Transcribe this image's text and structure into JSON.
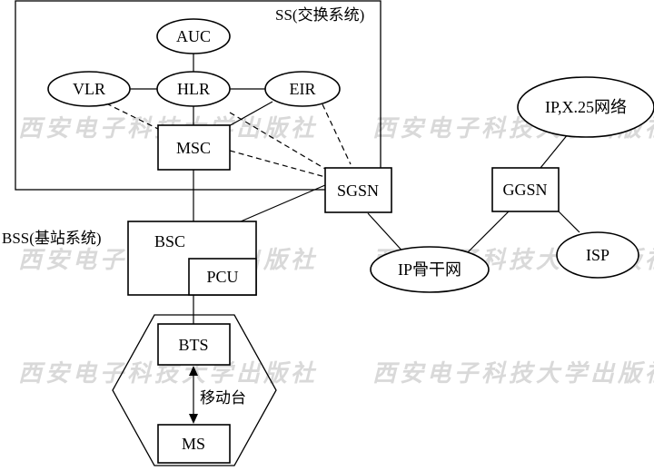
{
  "watermark": "西安电子科技大学出版社",
  "ss": {
    "label": "SS(交换系统)"
  },
  "bss": {
    "label": "BSS(基站系统)"
  },
  "ms_group": {
    "label": "移动台"
  },
  "nodes": {
    "auc": "AUC",
    "vlr": "VLR",
    "hlr": "HLR",
    "eir": "EIR",
    "msc": "MSC",
    "sgsn": "SGSN",
    "ggsn": "GGSN",
    "ipx25": "IP,X.25网络",
    "isp": "ISP",
    "ip_backbone": "IP骨干网",
    "bsc": "BSC",
    "pcu": "PCU",
    "bts": "BTS",
    "ms": "MS"
  }
}
